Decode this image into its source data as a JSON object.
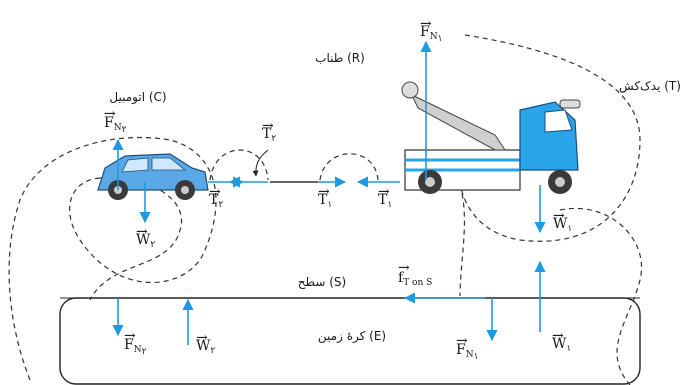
{
  "labels": {
    "car": "اتومبیل (C)",
    "rope": "طناب (R)",
    "tow_truck": "یدک‌کش (T)",
    "surface": "سطح (S)",
    "earth": "کرهٔ زمین (E)"
  },
  "forces": {
    "F": "F",
    "T": "T",
    "W": "W",
    "f": "f",
    "N": "N",
    "sub_1": "۱",
    "sub_2": "۲",
    "t_on_s": "T on S"
  },
  "colors": {
    "arrow": "#1e9be0",
    "car_body": "#5aa8e6",
    "truck_cab": "#29a3ea",
    "truck_body": "#ffffff",
    "tire": "#3a3a3a"
  }
}
